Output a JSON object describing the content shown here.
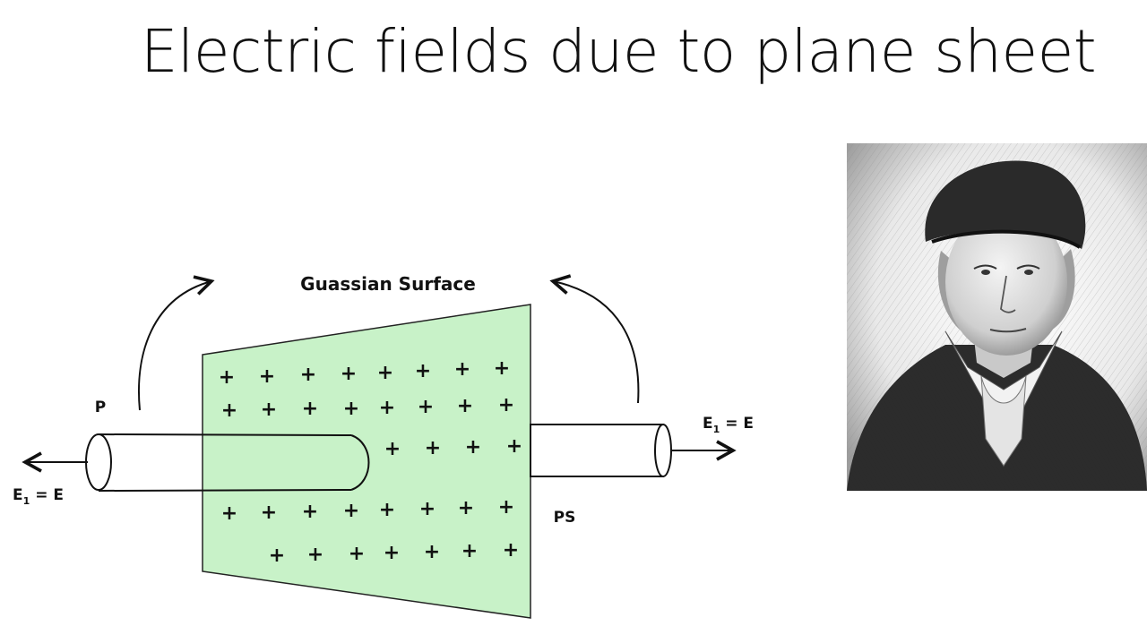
{
  "slide": {
    "title": "Electric fields due to plane sheet"
  },
  "diagram": {
    "surface_label": "Guassian Surface",
    "left_point_label": "P",
    "right_point_label": "PS",
    "left_field": {
      "main": "E",
      "sub": "1",
      "rest": " = E"
    },
    "right_field": {
      "main": "E",
      "sub": "1",
      "rest": " = E"
    },
    "charge_symbol": "+",
    "sheet_color": "#c8f2c8"
  },
  "portrait": {
    "subject": "engraved portrait of a man wearing a cap"
  }
}
